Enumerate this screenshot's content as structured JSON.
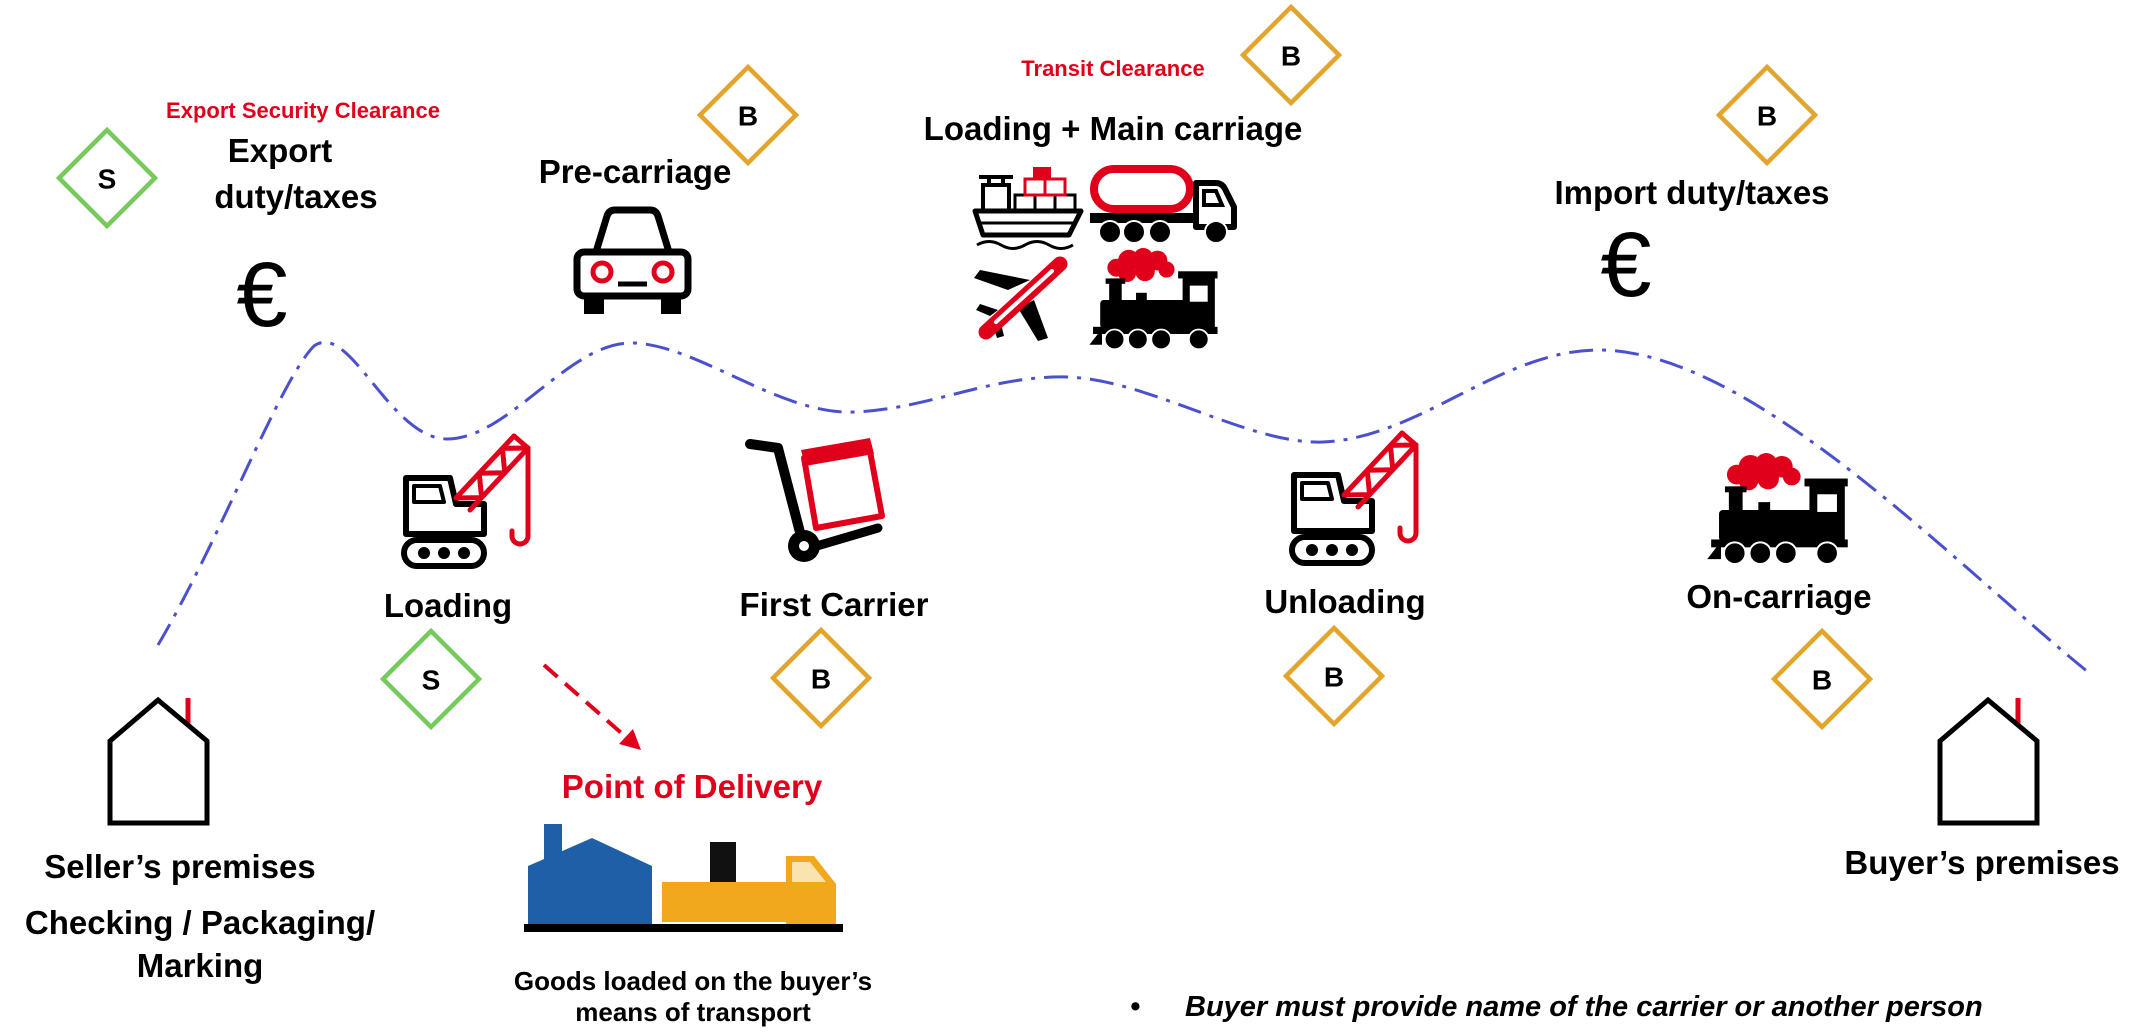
{
  "colors": {
    "seller_badge": "#76c95b",
    "buyer_badge": "#e2a42b",
    "accent_red": "#e0001b",
    "route_line": "#4b50cc",
    "factory_blue": "#1f5fa8",
    "truck_orange": "#f2a81d"
  },
  "seller_premises": {
    "icon": "house-icon",
    "title": "Seller’s premises",
    "tasks_line1": "Checking / Packaging/",
    "tasks_line2": "Marking"
  },
  "export": {
    "clearance": "Export Security Clearance",
    "label_line1": "Export",
    "label_line2": "duty/taxes",
    "currency": "€",
    "party": "S",
    "icon": "euro-icon"
  },
  "loading": {
    "label": "Loading",
    "party": "S",
    "icon": "crane-icon"
  },
  "pre_carriage": {
    "label": "Pre-carriage",
    "party": "B",
    "icon": "car-icon"
  },
  "first_carrier": {
    "label": "First Carrier",
    "party": "B",
    "icon": "hand-truck-icon"
  },
  "main_carriage": {
    "clearance": "Transit Clearance",
    "label": "Loading + Main carriage",
    "party": "B",
    "icons": [
      "ship-icon",
      "truck-icon",
      "plane-icon",
      "train-icon"
    ]
  },
  "unloading": {
    "label": "Unloading",
    "party": "B",
    "icon": "crane-icon"
  },
  "import": {
    "label": "Import duty/taxes",
    "currency": "€",
    "party": "B",
    "icon": "euro-icon"
  },
  "on_carriage": {
    "label": "On-carriage",
    "party": "B",
    "icon": "train-icon"
  },
  "buyer_premises": {
    "title": "Buyer’s premises",
    "icon": "house-icon"
  },
  "delivery": {
    "title": "Point of Delivery",
    "caption_line1": "Goods loaded on the buyer’s",
    "caption_line2": "means of transport",
    "icon": "factory-truck-icon"
  },
  "note": {
    "bullet": "•",
    "text": "Buyer must provide name of the carrier or another person"
  }
}
